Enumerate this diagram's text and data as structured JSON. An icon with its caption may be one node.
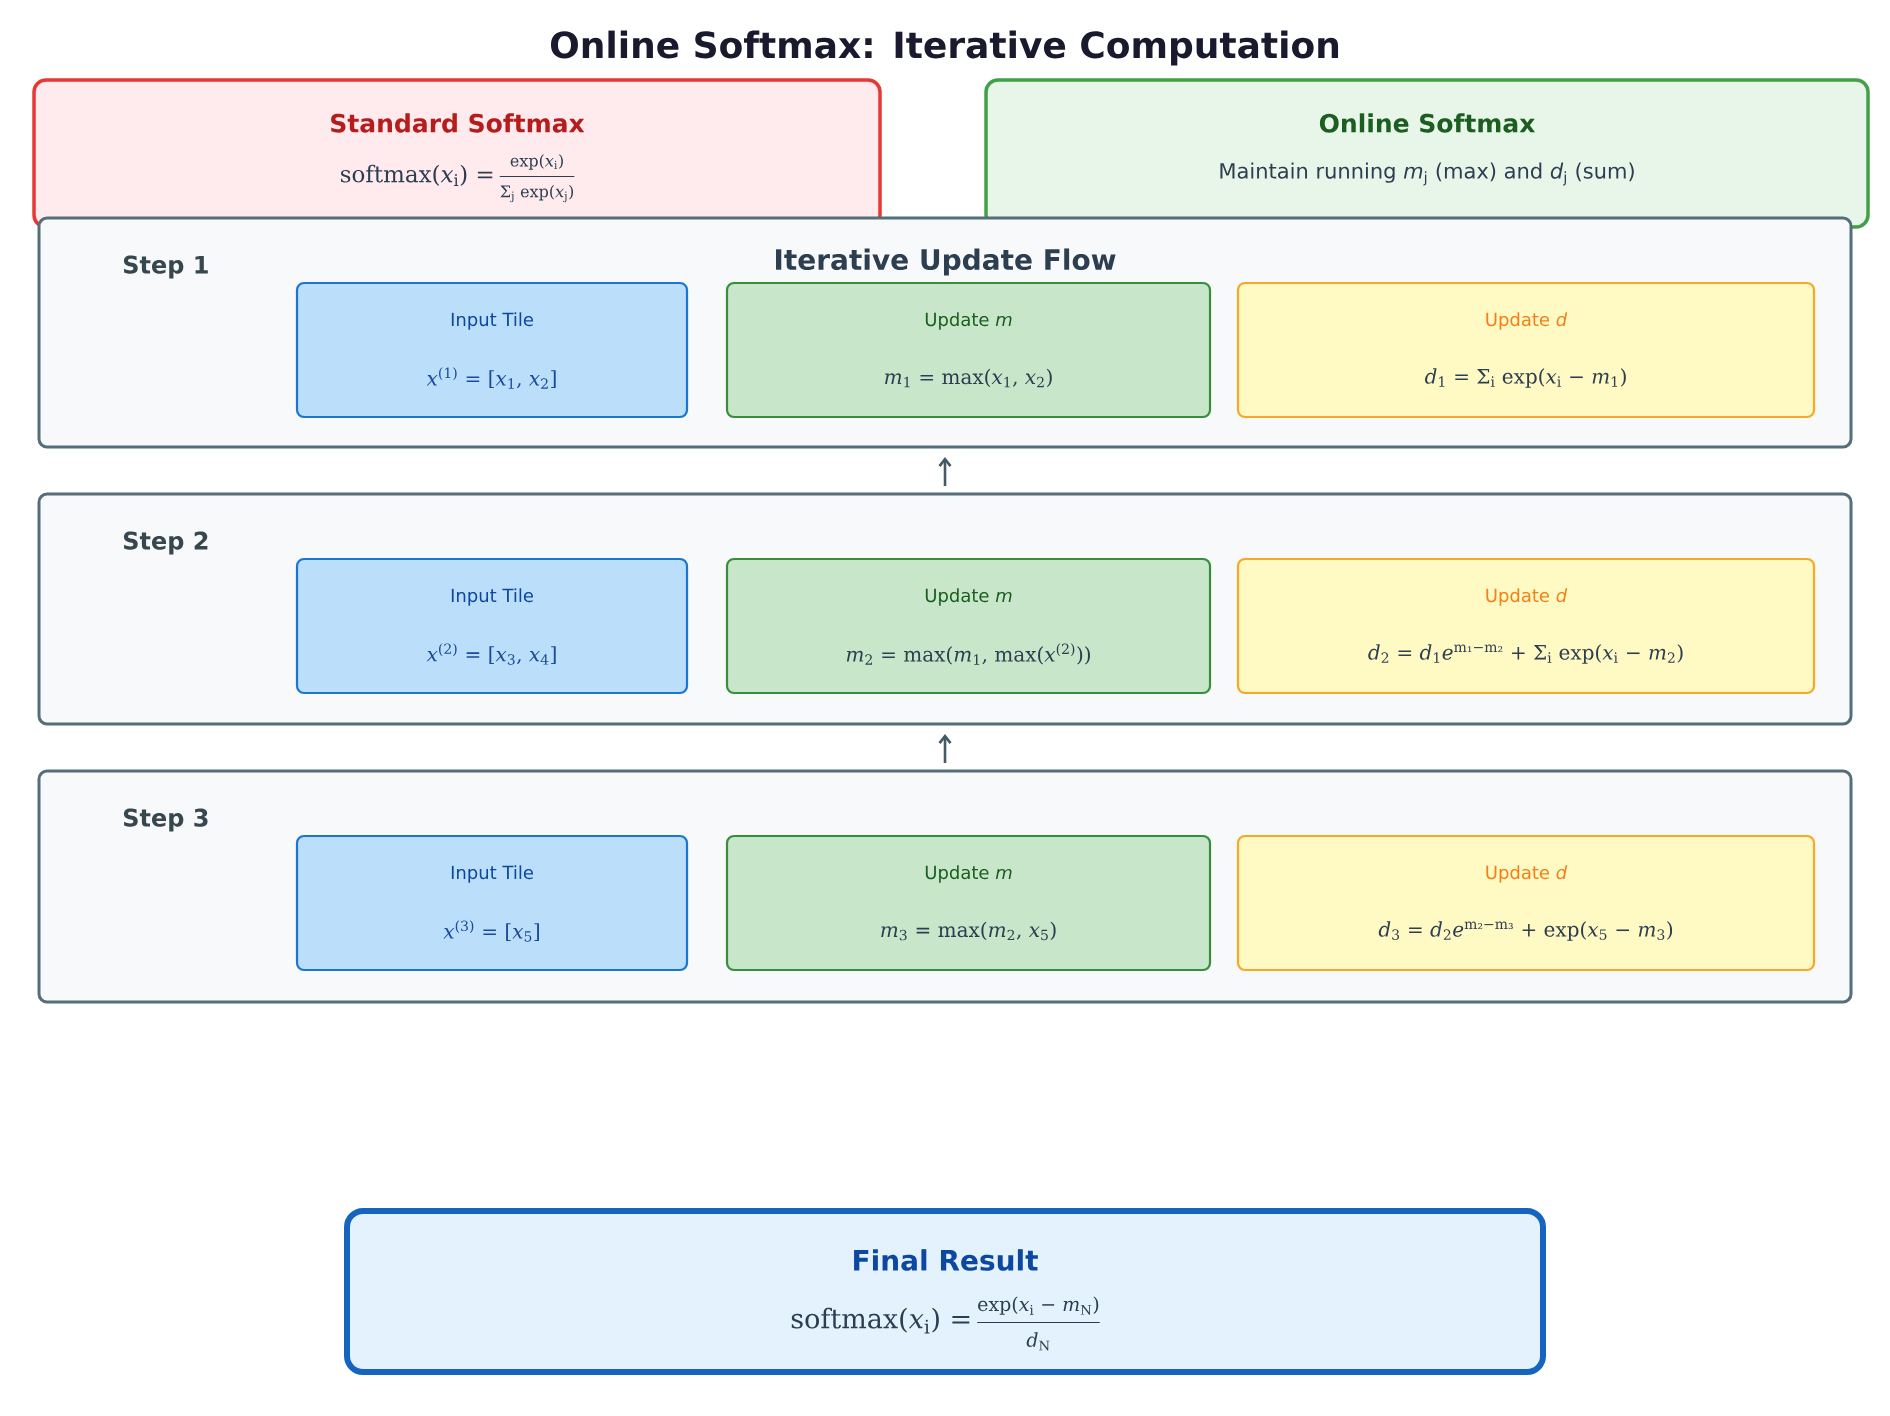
{
  "diagram": {
    "title": "Online Softmax: Iterative Computation",
    "nodes": [
      {
        "text": [
          "Standard Softmax",
          "softmax(*x*$_{i}$) =",
          "exp(*x*$_{i}$)",
          "Σ$_{j}$ exp(*x*$_{j}$)"
        ]
      },
      {
        "text": [
          "Online Softmax",
          "Maintain running *m*$_{j}$ (max) and *d*$_{j}$ (sum)"
        ]
      },
      {
        "text": [
          "Step 1"
        ]
      },
      {
        "text": [
          "Input Tile",
          "*x*$^{(1)}$ = [*x*$_{1}$, *x*$_{2}$]"
        ],
        "in": 2
      },
      {
        "text": [
          "Update *m*",
          "*m*$_{1}$ = max(*x*$_{1}$, *x*$_{2}$)"
        ],
        "in": 2
      },
      {
        "text": [
          "Update *d*",
          "*d*$_{1}$ = Σ$_{i}$ exp(*x*$_{i}$ − *m*$_{1}$)"
        ],
        "in": 2
      },
      {
        "text": [
          "Step 2"
        ]
      },
      {
        "text": [
          "Input Tile",
          "*x*$^{(2)}$ = [*x*$_{3}$, *x*$_{4}$]"
        ],
        "in": 6
      },
      {
        "text": [
          "Update *m*",
          "*m*$_{2}$ = max(*m*$_{1}$, max(*x*$^{(2)}$))"
        ],
        "in": 6
      },
      {
        "text": [
          "Update *d*",
          "*d*$_{2}$ = *d*$_{1}$*e*$^{m₁−m₂}$ + Σ$_{i}$ exp(*x*$_{i}$ − *m*$_{2}$)"
        ],
        "in": 6
      },
      {
        "text": [
          "Step 3"
        ]
      },
      {
        "text": [
          "Input Tile",
          "*x*$^{(3)}$ = [*x*$_{5}$]"
        ],
        "in": 10
      },
      {
        "text": [
          "Update *m*",
          "*m*$_{3}$ = max(*m*$_{2}$, *x*$_{5}$)"
        ],
        "in": 10
      },
      {
        "text": [
          "Update *d*",
          "*d*$_{3}$ = *d*$_{2}$*e*$^{m₂−m₃}$ + exp(*x*$_{5}$ − *m*$_{3}$)"
        ],
        "in": 10
      },
      {
        "text": [
          "Final Result",
          "softmax(*x*$_{i}$) =",
          "exp(*x*$_{i}$ − *m*$_{N}$)",
          "*d*$_{N}$"
        ]
      }
    ],
    "edges": [
      {
        "from": 6,
        "to": 2,
        "arrow": "to"
      },
      {
        "from": 10,
        "to": 6,
        "arrow": "to"
      }
    ],
    "labels": [
      "Iterative Update Flow"
    ]
  }
}
